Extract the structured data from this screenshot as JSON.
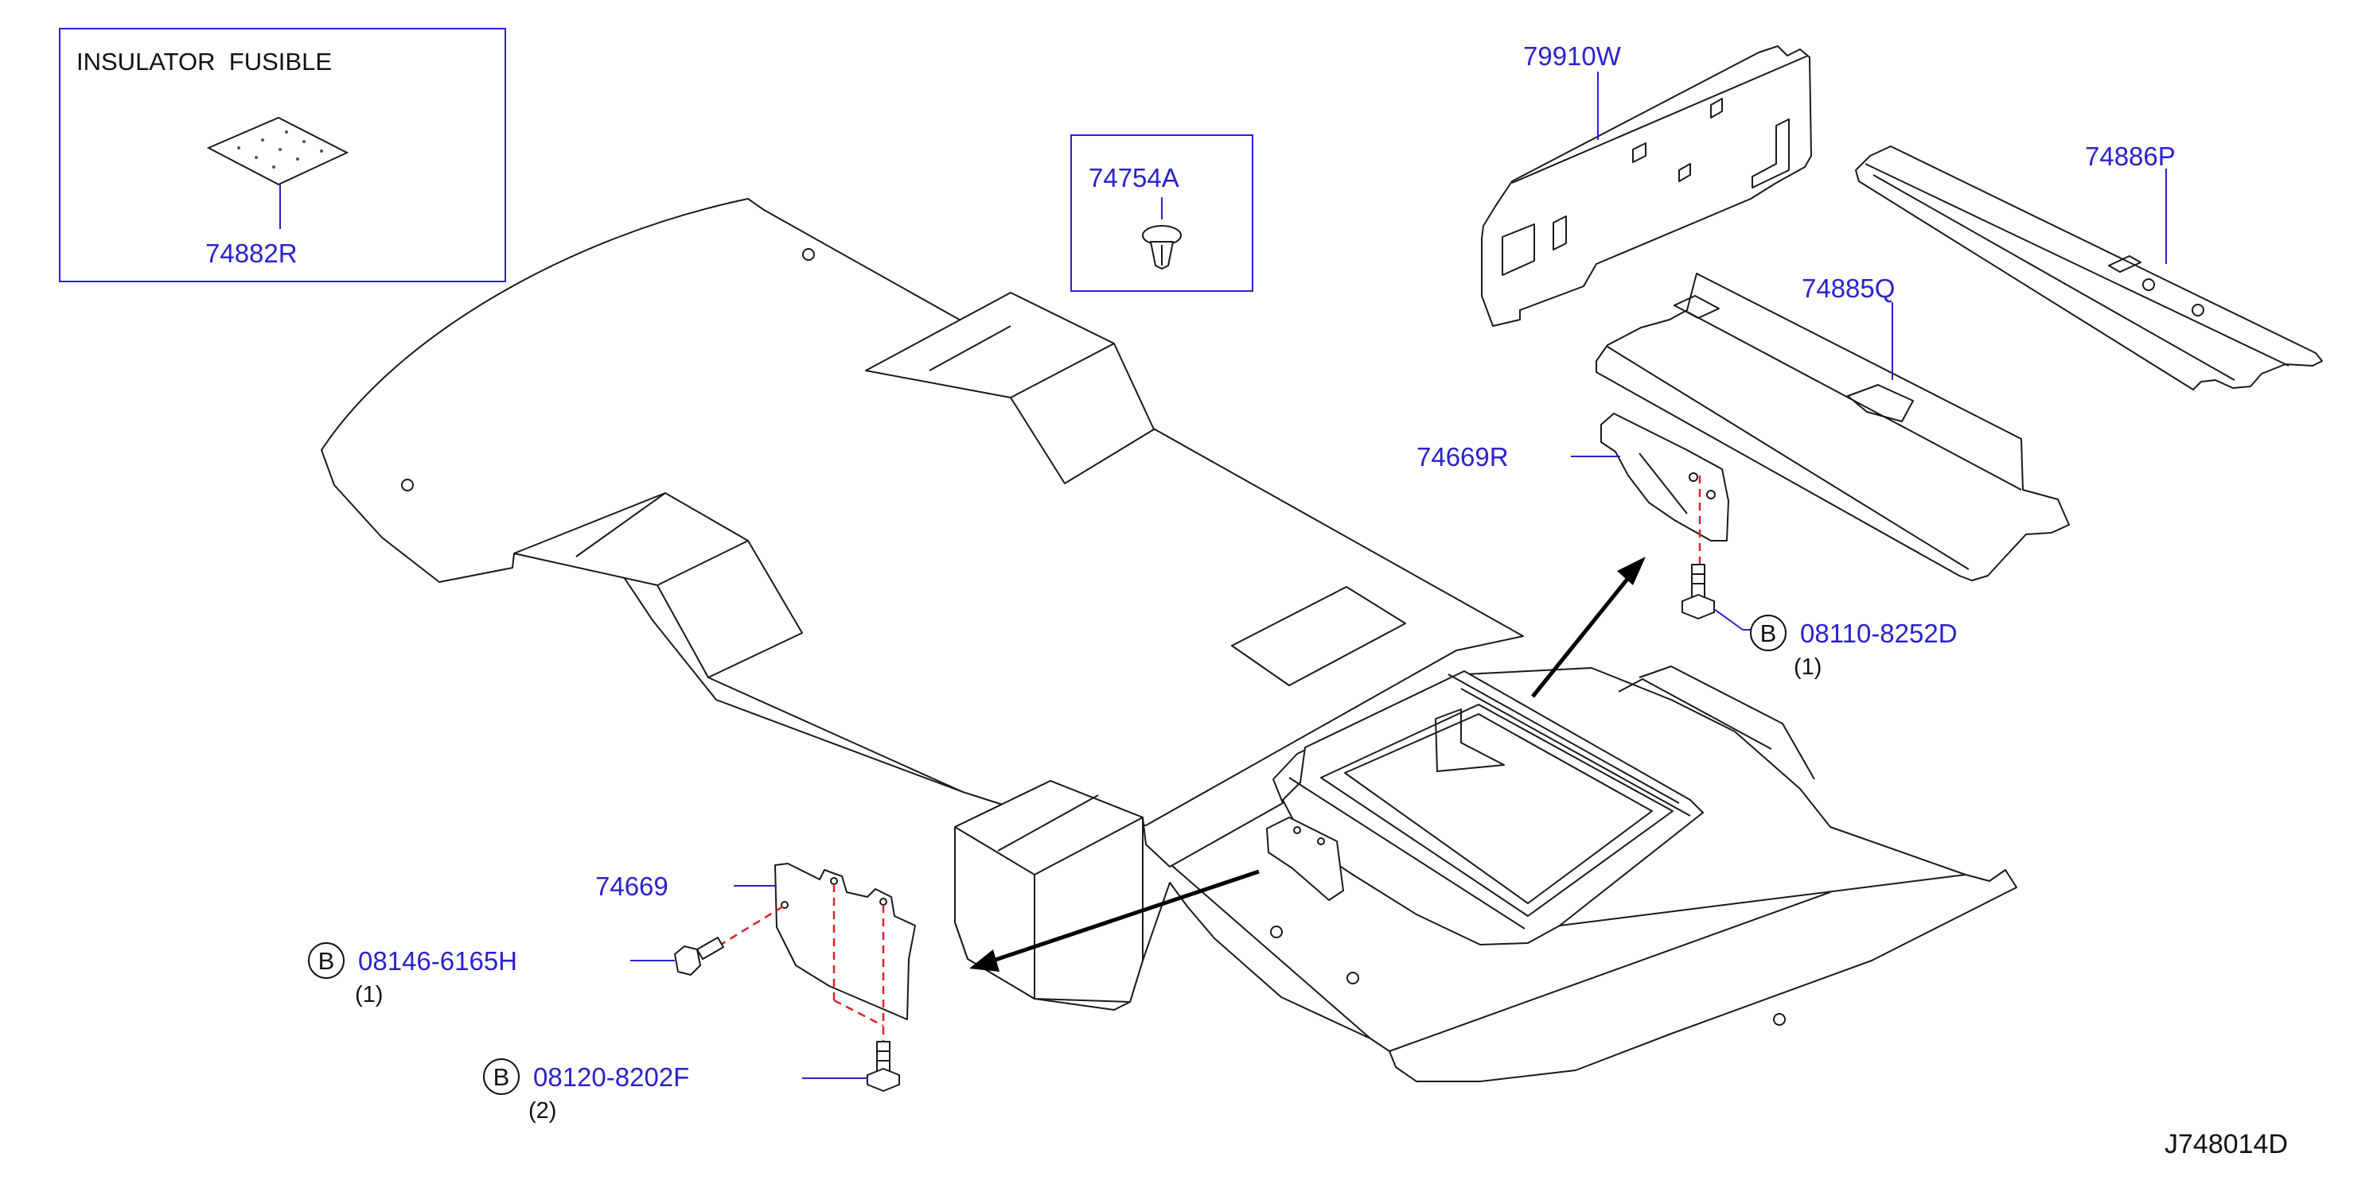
{
  "insulator_box": {
    "title": "INSULATOR  FUSIBLE",
    "part": "74882R"
  },
  "clip_box": {
    "part": "74754A"
  },
  "parts": {
    "p79910W": "79910W",
    "p74886P": "74886P",
    "p74885Q": "74885Q",
    "p74669R": "74669R",
    "p74669": "74669"
  },
  "bolts": [
    {
      "symbol": "B",
      "part": "08110-8252D",
      "qty": "(1)"
    },
    {
      "symbol": "B",
      "part": "08146-6165H",
      "qty": "(1)"
    },
    {
      "symbol": "B",
      "part": "08120-8202F",
      "qty": "(2)"
    }
  ],
  "diagram_ref": "J748014D",
  "colors": {
    "part_number": "#2a22cc",
    "leader": "#2a22cc",
    "dashed_guide": "#e0202a",
    "line_art": "#1a1a1a"
  }
}
